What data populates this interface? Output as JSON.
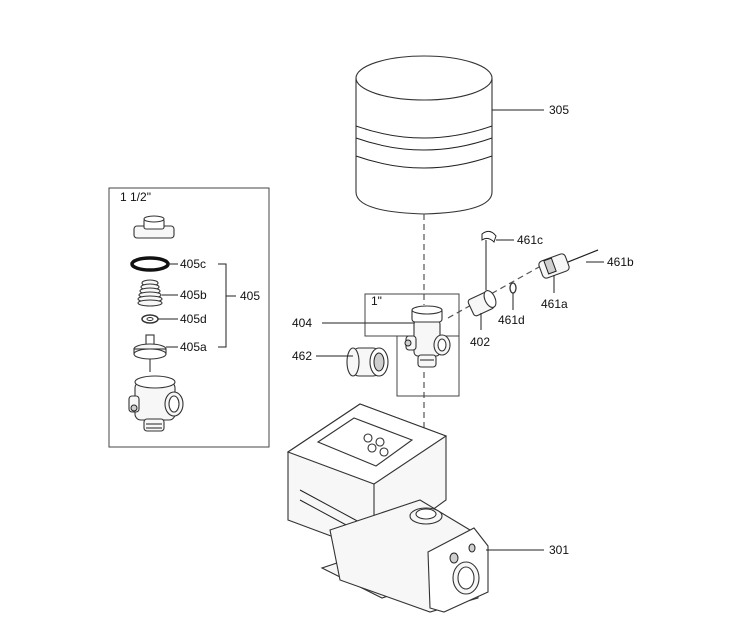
{
  "labels": {
    "tank": "305",
    "clip": "461c",
    "sensor": "461b",
    "sensor_body": "461a",
    "washer": "461d",
    "nipple": "402",
    "fitting": "404",
    "filter": "462",
    "pump": "301",
    "inset_size": "1 1/2\"",
    "fitting_size": "1\"",
    "oring": "405c",
    "spring": "405b",
    "valve_group": "405",
    "disc_washer": "405d",
    "valve_disc": "405a"
  }
}
